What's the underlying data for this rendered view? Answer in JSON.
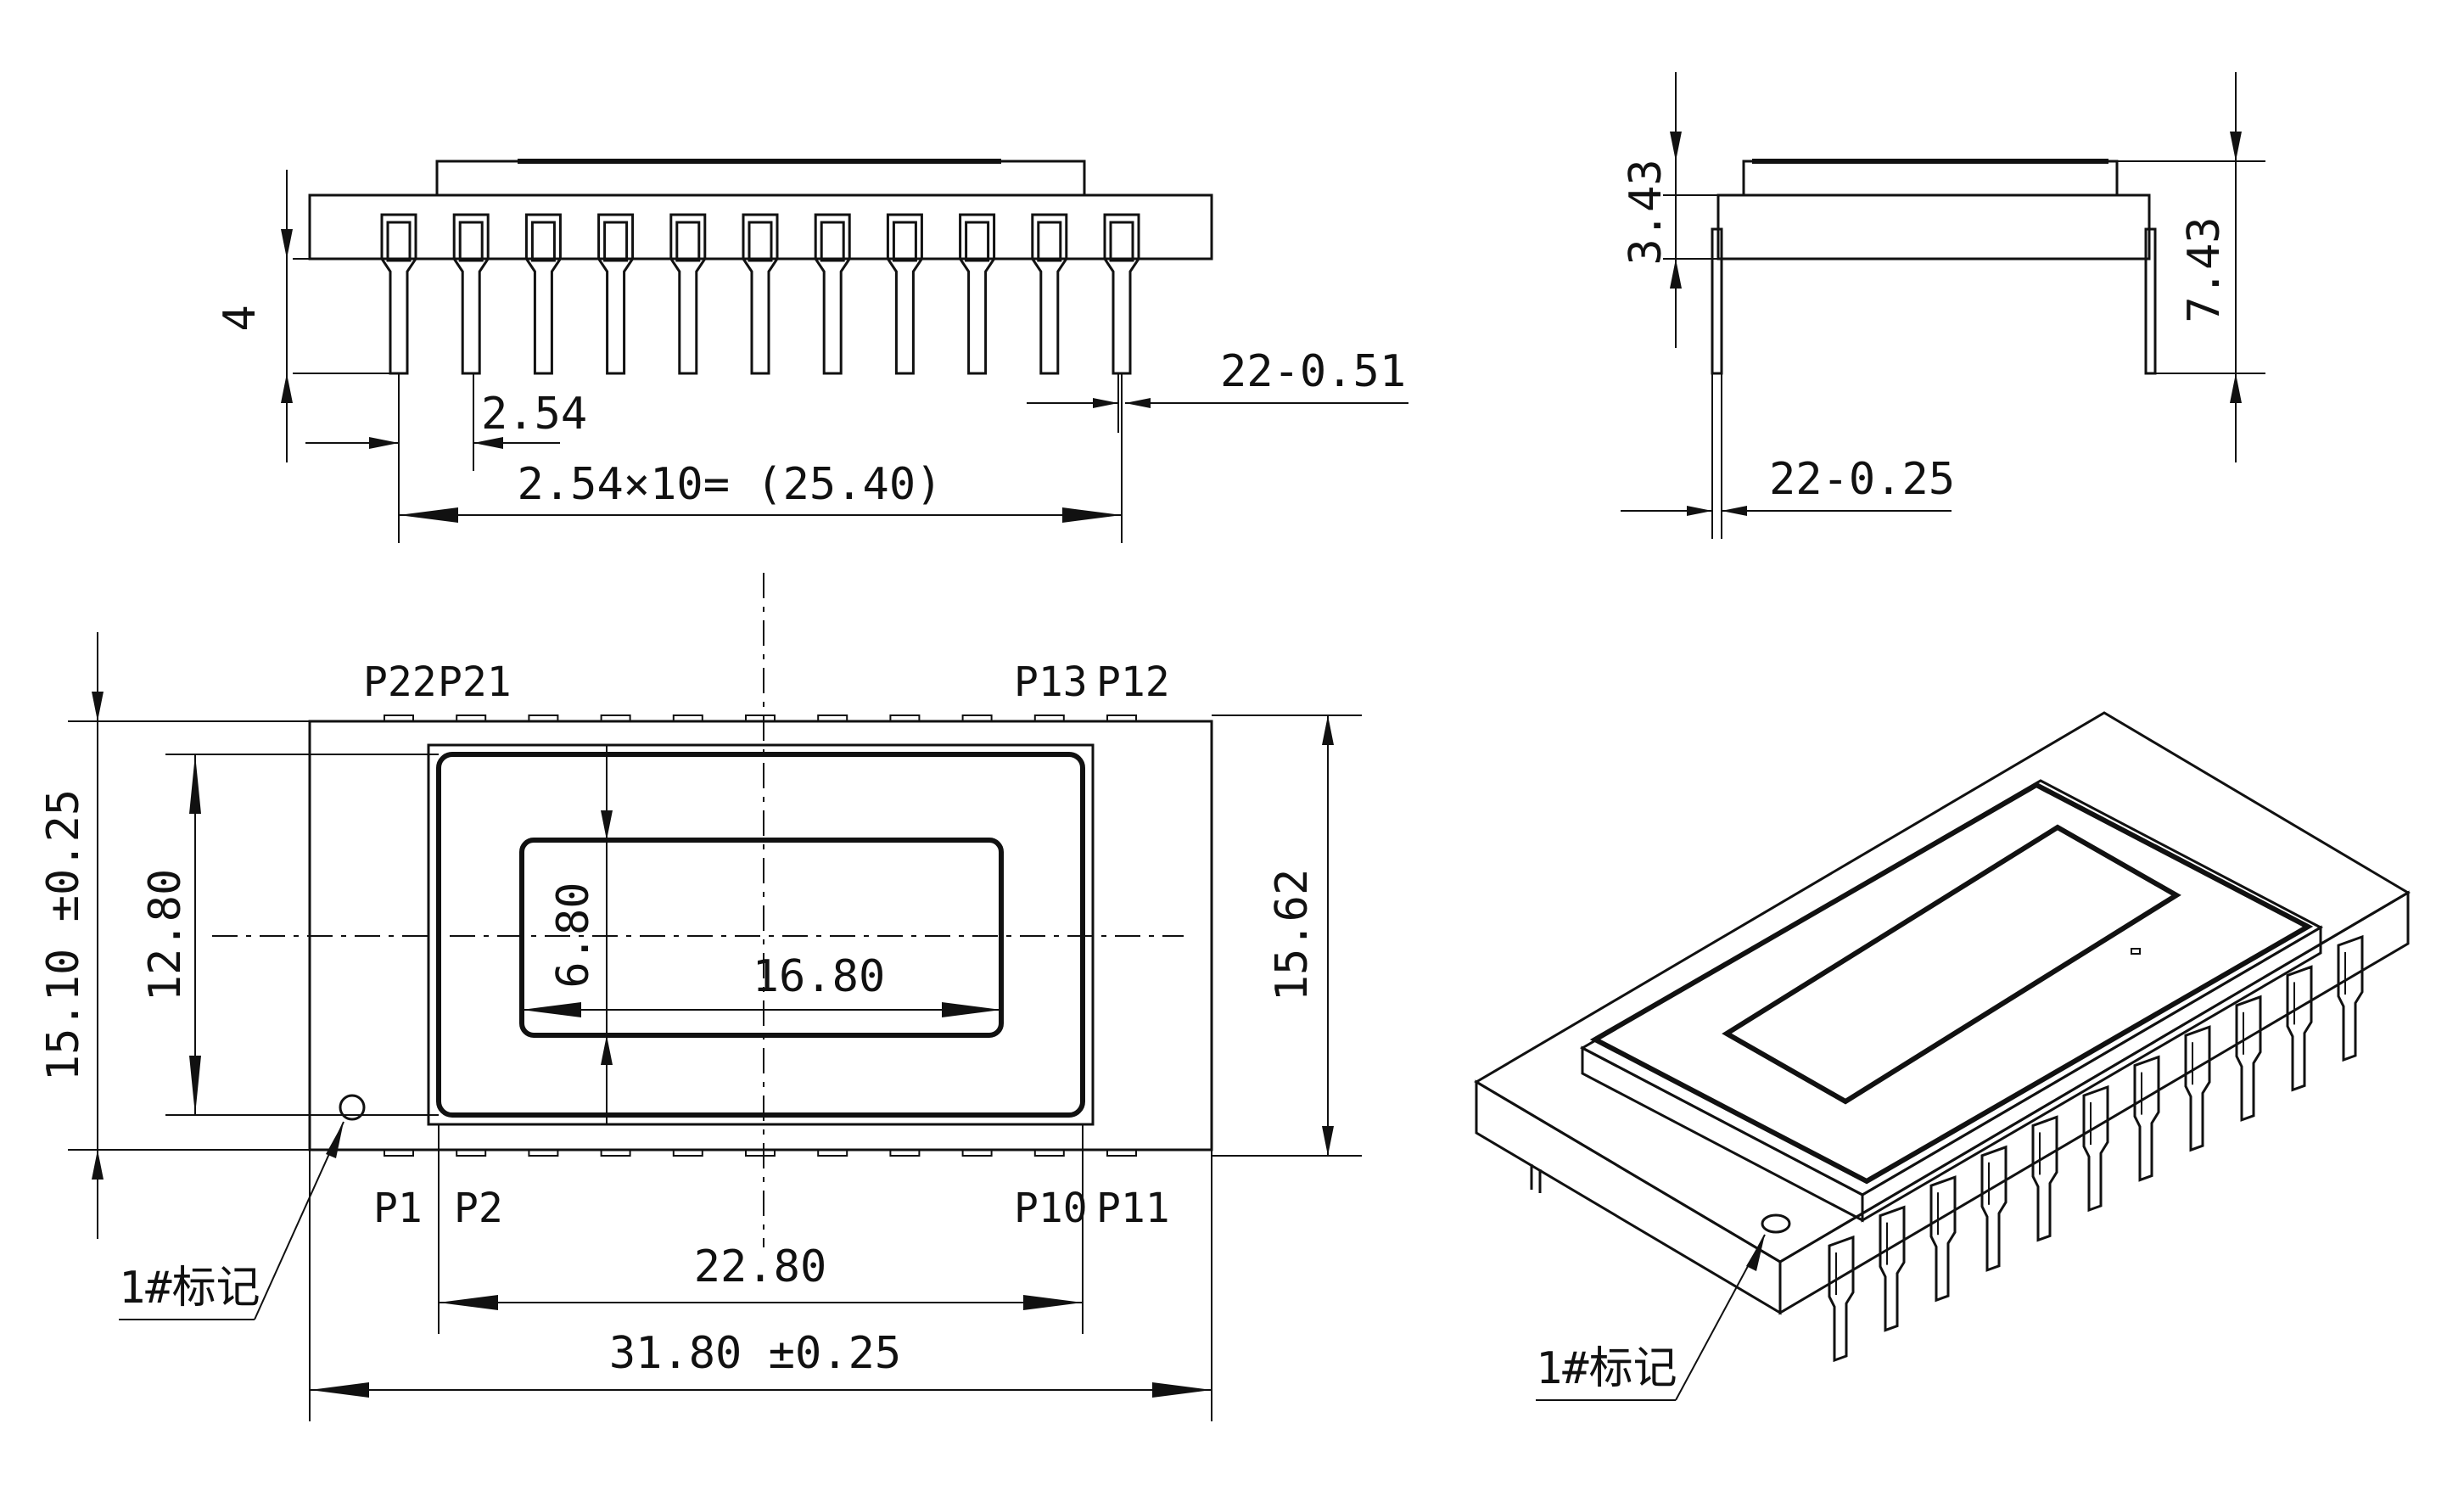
{
  "front_view": {
    "dim_height": "4",
    "dim_pitch": "2.54",
    "dim_span": "2.54×10= (25.40)",
    "dim_pin_width": "22-0.51"
  },
  "side_view": {
    "dim_body": "3.43",
    "dim_total": "7.43",
    "dim_pin_thickness": "22-0.25"
  },
  "top_view": {
    "pins_top": [
      "P22",
      "P21",
      "P13",
      "P12"
    ],
    "pins_bottom": [
      "P1",
      "P2",
      "P10",
      "P11"
    ],
    "dim_width": "15.10 ±0.25",
    "dim_window_h": "12.80",
    "dim_active_h": "6.80",
    "dim_active_w": "16.80",
    "dim_pin_row": "15.62",
    "dim_window_w": "22.80",
    "dim_length": "31.80 ±0.25",
    "mark_label": "1#标记"
  },
  "iso_view": {
    "mark_label": "1#标记"
  }
}
